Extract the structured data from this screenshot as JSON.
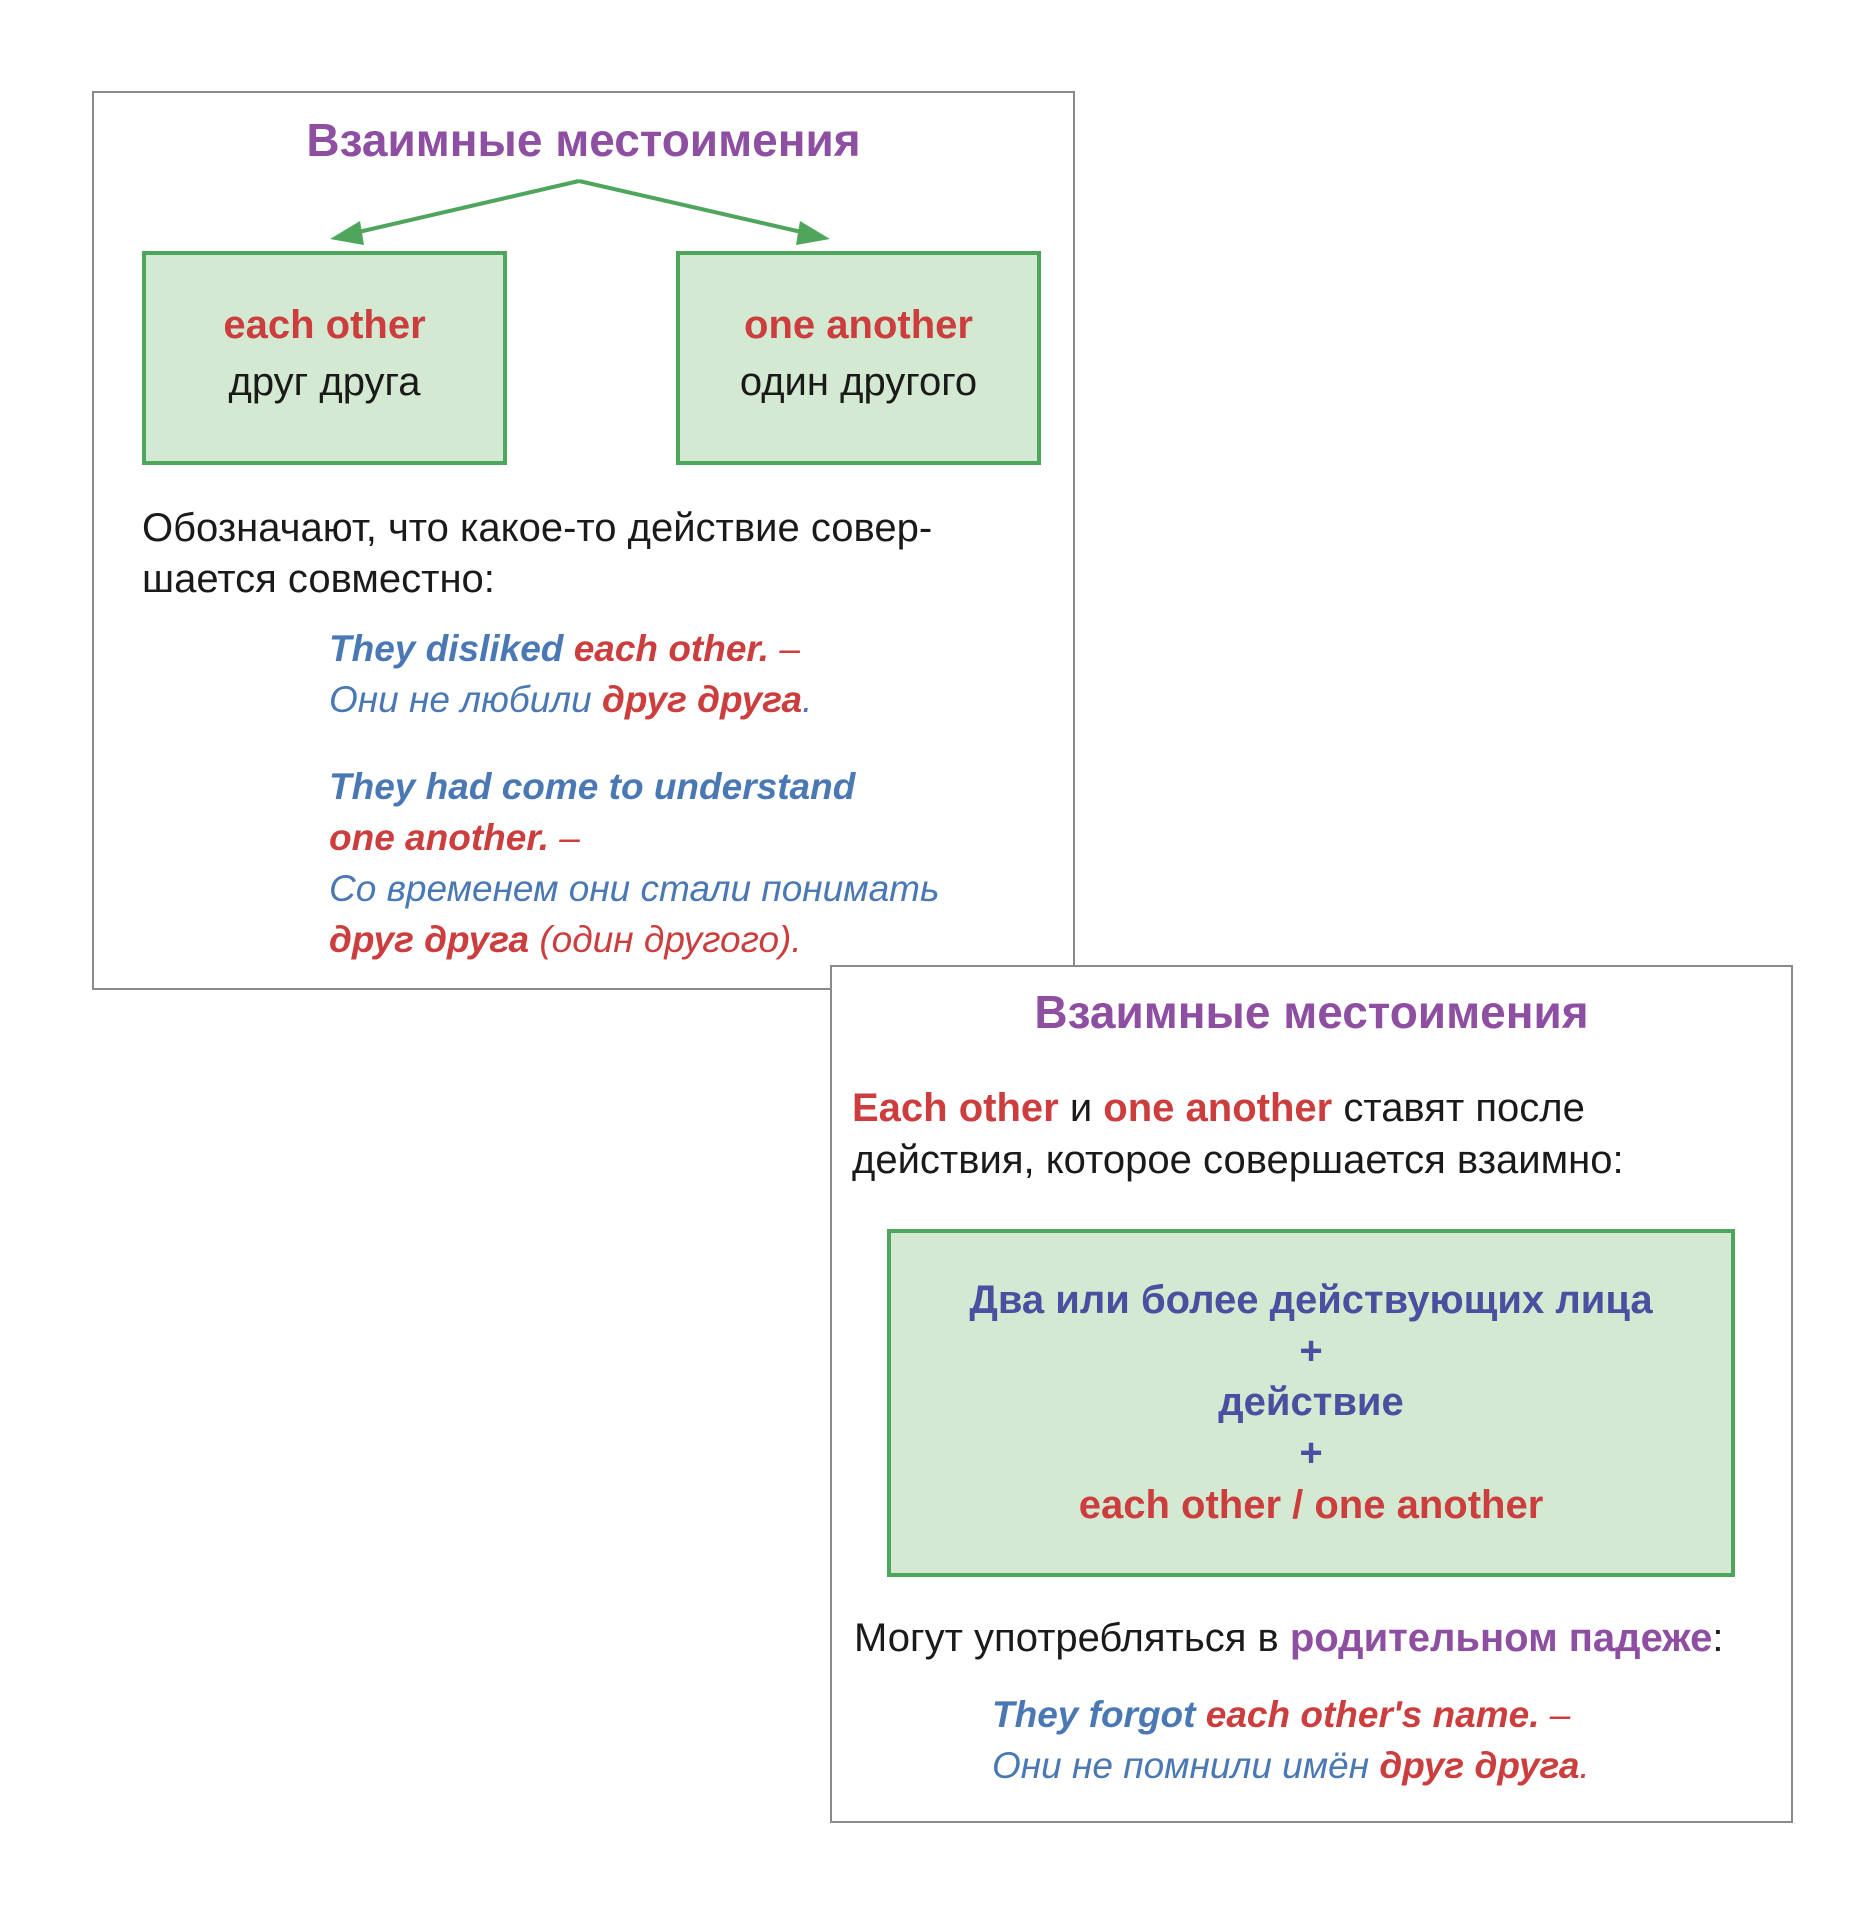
{
  "card1": {
    "title": "Взаимные местоимения",
    "box_left": {
      "en": "each other",
      "ru": "друг друга"
    },
    "box_right": {
      "en": "one another",
      "ru": "один другого"
    },
    "description_line1": "Обозначают, что какое-то действие совер-",
    "description_line2": "шается совместно:",
    "example1": {
      "en_part1": "They disliked ",
      "en_part2": "each other.",
      "dash": " –",
      "ru_part1": "Они не любили ",
      "ru_part2": "друг друга",
      "ru_part3": "."
    },
    "example2": {
      "en_line1": "They had come to understand",
      "en_line2": "one another.",
      "dash": " –",
      "ru_line1": "Со временем они стали понимать",
      "ru_part1": "друг друга",
      "ru_part2": " (один другого)."
    }
  },
  "card2": {
    "title": "Взаимные местоимения",
    "intro": {
      "red1": "Each other",
      "mid": " и ",
      "red2": "one another",
      "rest1": " ставят после",
      "line2": "действия, которое совершается взаимно:"
    },
    "formula": {
      "line1": "Два или более действующих лица",
      "plus1": "+",
      "line2": "действие",
      "plus2": "+",
      "line3_a": "each other",
      "line3_sep": " / ",
      "line3_b": "one another"
    },
    "genitive": {
      "before": "Могут употребляться в ",
      "highlight": "родительном падеже",
      "after": ":"
    },
    "example3": {
      "en_part1": "They forgot ",
      "en_part2": "each other's name.",
      "dash": " –",
      "ru_part1": "Они не помнили имён ",
      "ru_part2": "друг друга",
      "ru_part3": "."
    }
  },
  "colors": {
    "title_purple": "#8e4fa3",
    "red": "#cc3d3d",
    "blue": "#4a78b5",
    "green_fill": "#d4e9d2",
    "green_border": "#4ea65c",
    "formula_blue": "#4b4fa0"
  }
}
